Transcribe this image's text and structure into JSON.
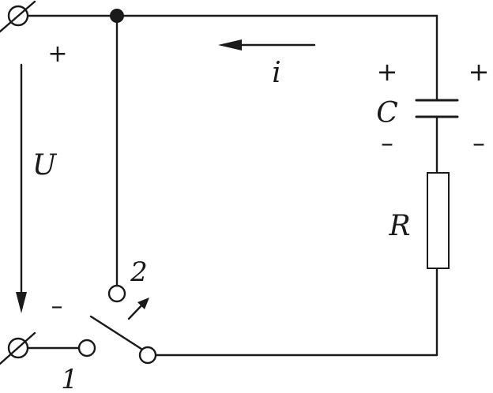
{
  "labels": {
    "plus_input": "+",
    "minus_input": "–",
    "voltage": "U",
    "current": "i",
    "capacitor": "C",
    "resistor": "R",
    "cap_plus_left": "+",
    "cap_plus_right": "+",
    "cap_minus_left": "–",
    "cap_minus_right": "–",
    "switch_pos_1": "1",
    "switch_pos_2": "2"
  }
}
